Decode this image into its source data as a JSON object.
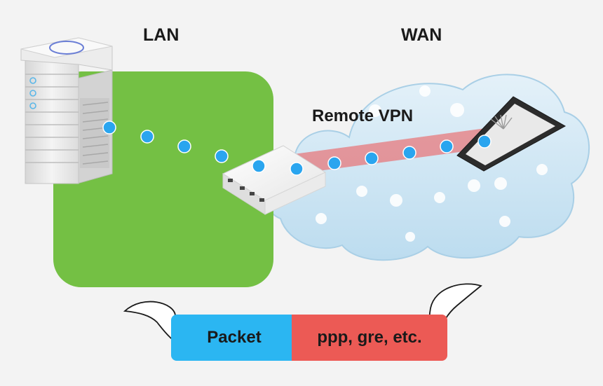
{
  "labels": {
    "lan": "LAN",
    "wan": "WAN",
    "remote_vpn": "Remote VPN"
  },
  "packet_bar": {
    "inner": "Packet",
    "outer": "ppp, gre, etc."
  },
  "colors": {
    "lan_zone": "#74c044",
    "dot": "#2aa5ef",
    "tunnel": "#ee5050",
    "packet": "#2bb6f2",
    "encapsulation": "#ec5a55",
    "cloud": "#cfe5f3"
  }
}
